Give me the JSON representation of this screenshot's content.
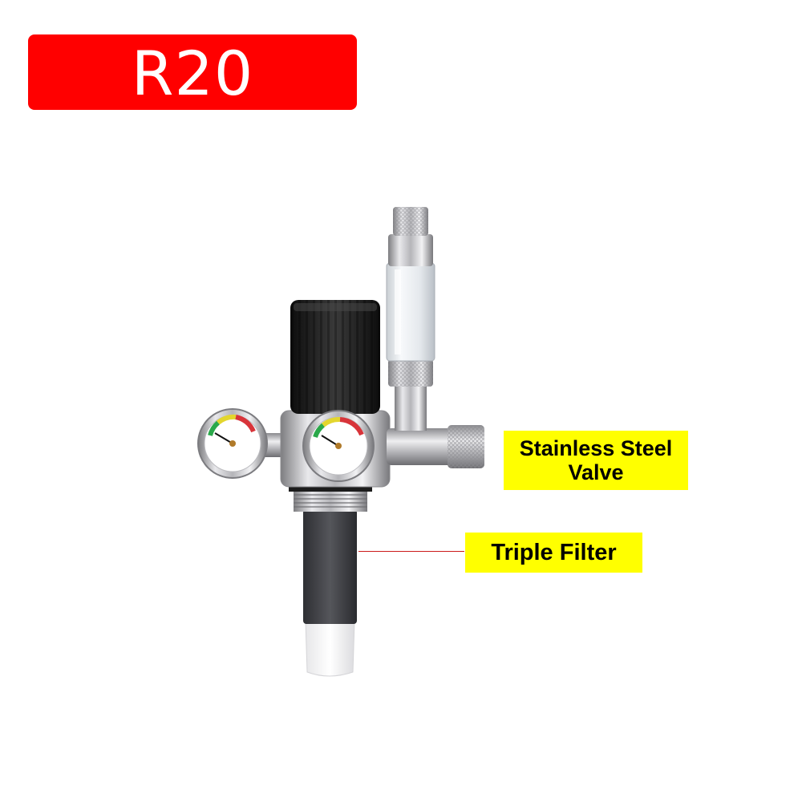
{
  "title": {
    "text": "R20"
  },
  "labels": {
    "valve_line1": "Stainless Steel",
    "valve_line2": "Valve",
    "filter": "Triple Filter"
  },
  "colors": {
    "title_bg": "#ff0000",
    "title_text": "#ffffff",
    "label_bg": "#ffff00",
    "pointer": "#cc1a1a"
  }
}
